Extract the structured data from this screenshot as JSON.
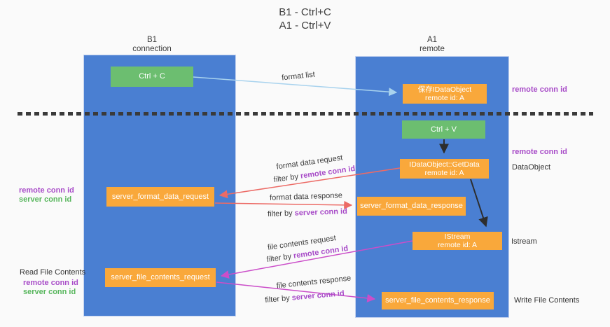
{
  "title": {
    "line1": "B1 - Ctrl+C",
    "line2": "A1 - Ctrl+V"
  },
  "lanes": {
    "left": {
      "title": "B1",
      "subtitle": "connection"
    },
    "right": {
      "title": "A1",
      "subtitle": "remote"
    }
  },
  "boxes": {
    "ctrl_c": "Ctrl + C",
    "ctrl_v": "Ctrl + V",
    "save_dataobject": {
      "line1": "保存IDataObject",
      "line2": "remote id: A"
    },
    "getdata": {
      "line1": "IDataObject::GetData",
      "line2": "remote id: A"
    },
    "istream": {
      "line1": "IStream",
      "line2": "remote id: A"
    },
    "format_request": "server_format_data_request",
    "format_response": "server_format_data_response",
    "file_request": "server_file_contents_request",
    "file_response": "server_file_contents_response"
  },
  "flows": {
    "format_list": "format list",
    "format_request": {
      "title": "format data request",
      "filter_prefix": "filter by ",
      "filter_id": "remote conn id"
    },
    "format_response": {
      "title": "format data response",
      "filter_prefix": "filter by ",
      "filter_id": "server conn id"
    },
    "file_request": {
      "title": "file contents request",
      "filter_prefix": "filter by ",
      "filter_id": "remote conn id"
    },
    "file_response": {
      "title": "file contents response",
      "filter_prefix": "filter by ",
      "filter_id": "server conn id"
    }
  },
  "annotations": {
    "remote_conn_id_top_right": "remote conn id",
    "remote_conn_id_mid_right": "remote conn id",
    "dataobject": "DataObject",
    "istream": "Istream",
    "write_file_contents": "Write File Contents",
    "remote_conn_id_left1": "remote conn id",
    "server_conn_id_left1": "server conn id",
    "read_file_contents": "Read File Contents",
    "remote_conn_id_left2": "remote conn id",
    "server_conn_id_left2": "server conn id"
  },
  "colors": {
    "lane_blue": "#4a7fd2",
    "box_green": "#6cbe70",
    "box_orange": "#f9a83b",
    "arrow_light_blue": "#a9d3ee",
    "arrow_red": "#ec6b66",
    "arrow_magenta": "#cb4ec9",
    "arrow_black": "#2d2d2d",
    "id_purple": "#a84cc8",
    "id_green": "#57b65c"
  }
}
